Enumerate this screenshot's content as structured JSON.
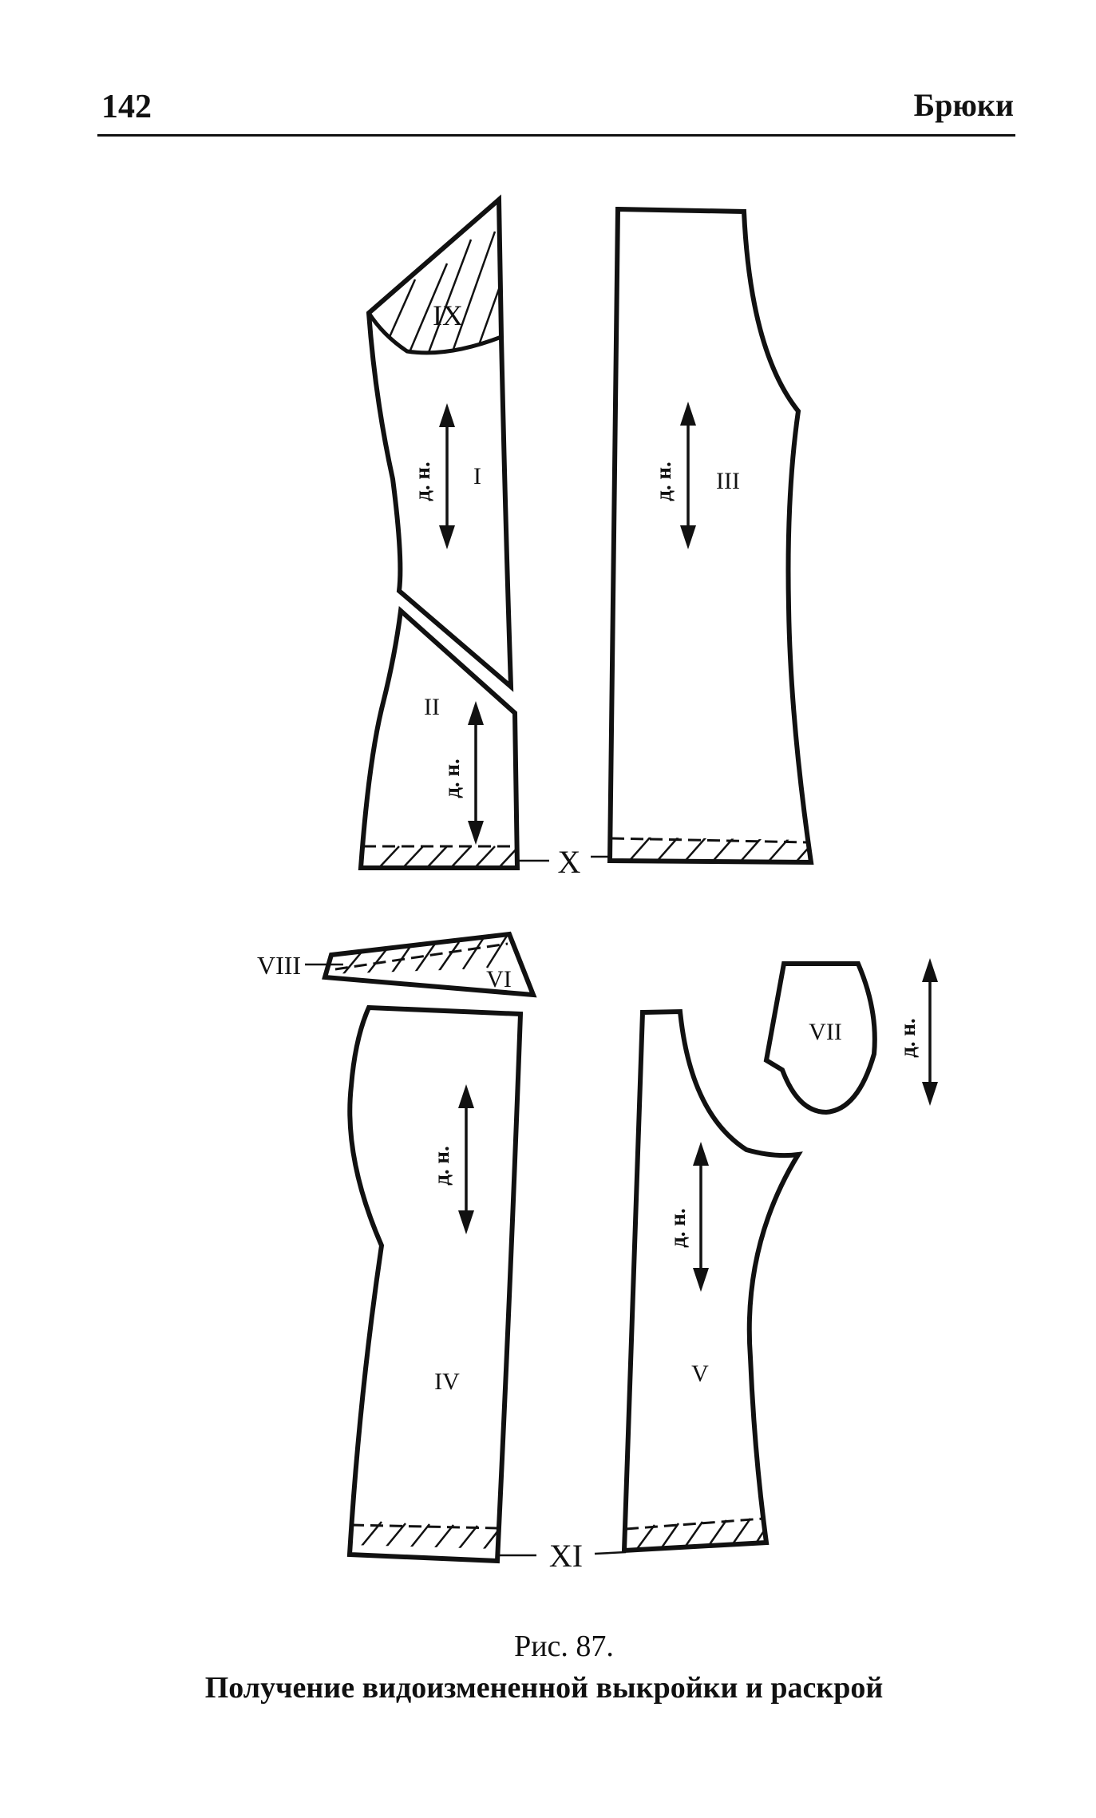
{
  "header": {
    "page_number": "142",
    "running_head": "Брюки"
  },
  "figure": {
    "grain_label": "д. н.",
    "pieces": {
      "I": "I",
      "II": "II",
      "III": "III",
      "IV": "IV",
      "V": "V",
      "VI": "VI",
      "VII": "VII",
      "VIII": "VIII",
      "IX": "IX",
      "X": "X",
      "XI": "XI"
    }
  },
  "caption": {
    "number": "Рис. 87.",
    "title": "Получение видоизмененной выкройки и раскрой"
  }
}
